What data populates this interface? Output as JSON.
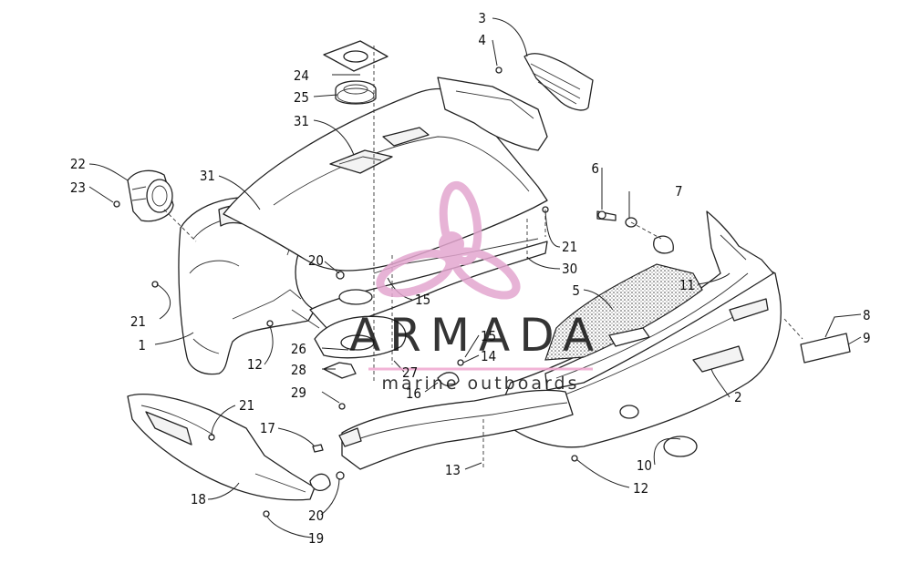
{
  "parts": [
    {
      "n": "1"
    },
    {
      "n": "2"
    },
    {
      "n": "3"
    },
    {
      "n": "4"
    },
    {
      "n": "5"
    },
    {
      "n": "6"
    },
    {
      "n": "7"
    },
    {
      "n": "8"
    },
    {
      "n": "9"
    },
    {
      "n": "10"
    },
    {
      "n": "11"
    },
    {
      "n": "12"
    },
    {
      "n": "12"
    },
    {
      "n": "13"
    },
    {
      "n": "14"
    },
    {
      "n": "15"
    },
    {
      "n": "15"
    },
    {
      "n": "16"
    },
    {
      "n": "17"
    },
    {
      "n": "18"
    },
    {
      "n": "19"
    },
    {
      "n": "20"
    },
    {
      "n": "20"
    },
    {
      "n": "21"
    },
    {
      "n": "21"
    },
    {
      "n": "21"
    },
    {
      "n": "22"
    },
    {
      "n": "23"
    },
    {
      "n": "24"
    },
    {
      "n": "25"
    },
    {
      "n": "26"
    },
    {
      "n": "27"
    },
    {
      "n": "28"
    },
    {
      "n": "29"
    },
    {
      "n": "30"
    },
    {
      "n": "31"
    },
    {
      "n": "31"
    }
  ],
  "watermark": {
    "brand": "ARMADA",
    "tagline": "marine outboards",
    "accent_color": "#e3a6cf",
    "line_color": "#f0a6cf"
  }
}
